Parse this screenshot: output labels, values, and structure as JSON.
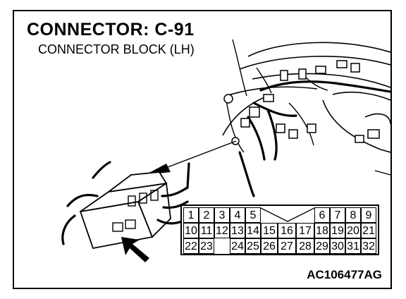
{
  "title": "CONNECTOR: C-91",
  "subtitle": "CONNECTOR BLOCK (LH)",
  "code": "AC106477AG",
  "pin_rows": [
    [
      "1",
      "2",
      "3",
      "4",
      "5",
      "6",
      "7",
      "8",
      "9"
    ],
    [
      "10",
      "11",
      "12",
      "13",
      "14",
      "15",
      "16",
      "17",
      "18",
      "19",
      "20",
      "21"
    ],
    [
      "22",
      "23",
      "24",
      "25",
      "26",
      "27",
      "28",
      "29",
      "30",
      "31",
      "32"
    ]
  ]
}
